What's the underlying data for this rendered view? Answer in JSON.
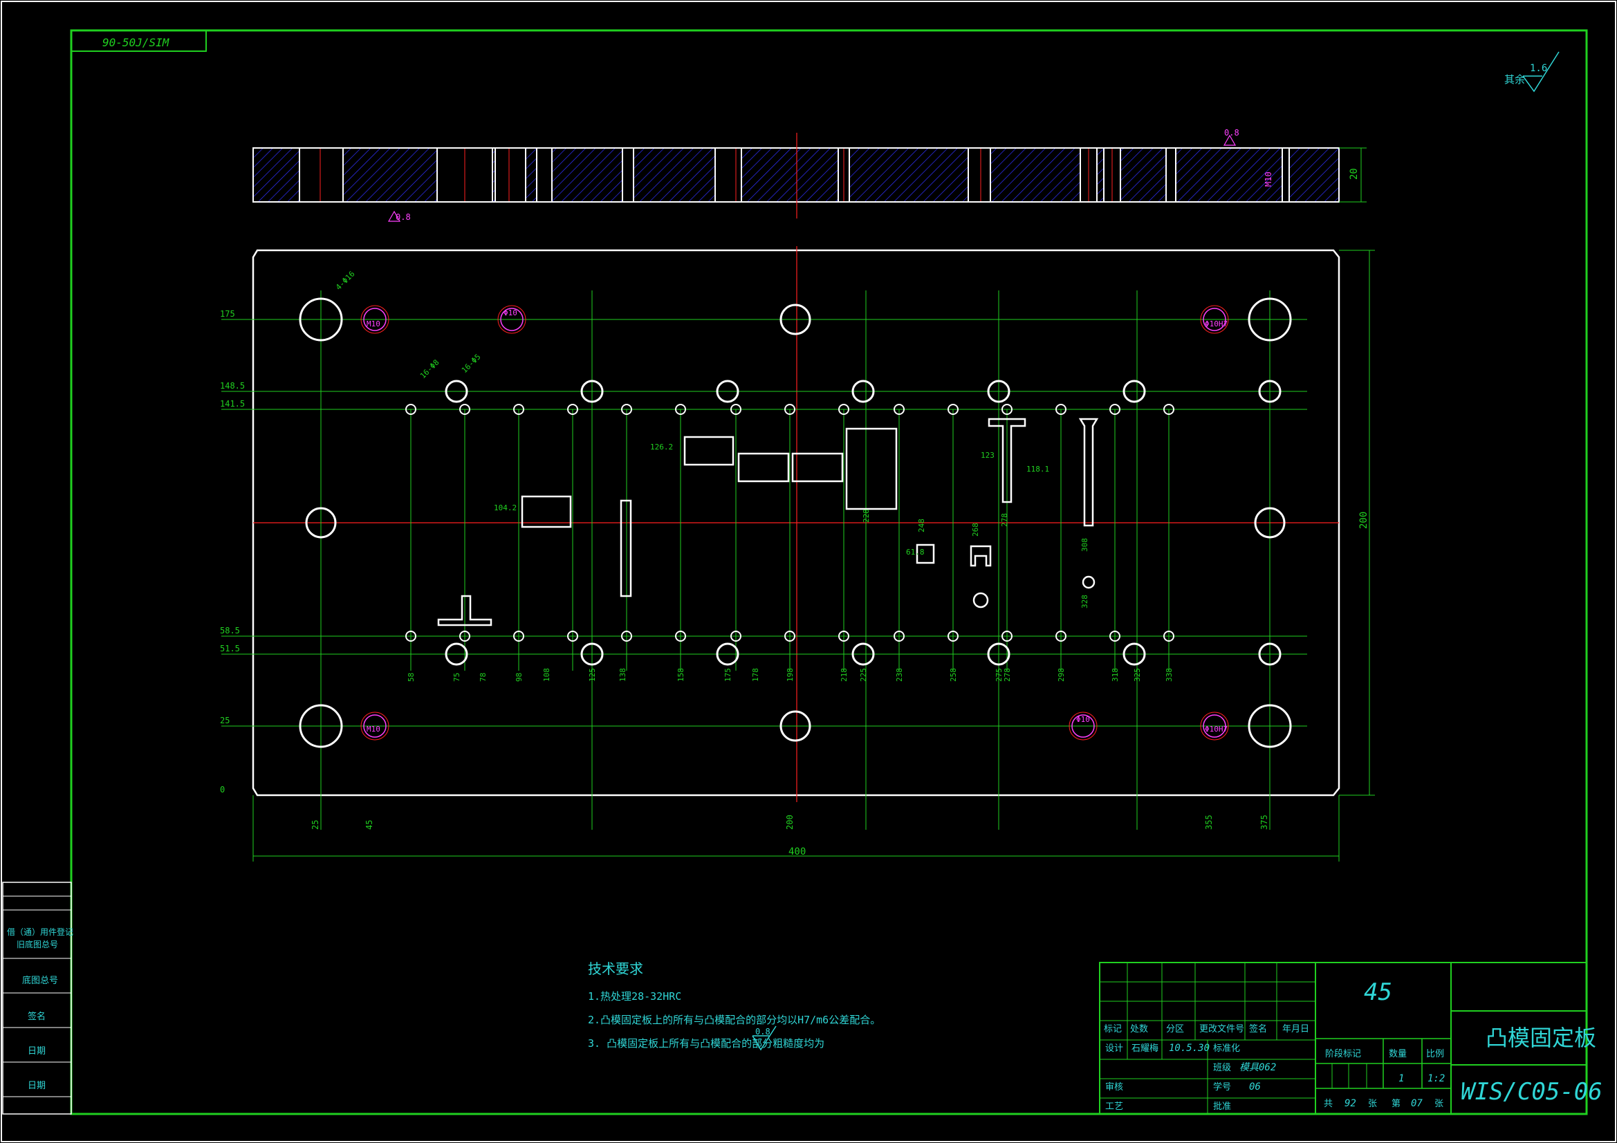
{
  "drawing": {
    "code_box": "90-50J/SIM",
    "roughness_note": {
      "label": "其余",
      "value": "1.6"
    },
    "section_roughness": "0.8",
    "section_thread": "M10",
    "section_thickness": "20",
    "plate_width_dim": "400",
    "plate_height_dim": "200",
    "left_dims": [
      "175",
      "148.5",
      "141.5",
      "58.5",
      "51.5",
      "25",
      "0"
    ],
    "bottom_dims_outer": [
      "25",
      "45",
      "200",
      "355",
      "375"
    ],
    "bottom_dims_inner": [
      "58",
      "75",
      "78",
      "98",
      "108",
      "125",
      "138",
      "158",
      "175",
      "178",
      "198",
      "218",
      "225",
      "238",
      "258",
      "275",
      "278",
      "298",
      "318",
      "325",
      "338"
    ],
    "feature_dims": [
      "126.2",
      "104.2",
      "123",
      "118.1",
      "61.8",
      "228",
      "248",
      "268",
      "278",
      "308",
      "328",
      "338",
      "4-Φ16",
      "16-Φ8",
      "16-Φ5"
    ],
    "hole_labels": [
      "M10",
      "Φ10",
      "Φ10H7",
      "M10",
      "Φ10",
      "Φ10H7"
    ]
  },
  "tech_requirements": {
    "title": "技术要求",
    "lines": [
      "1.热处理28-32HRC",
      "2.凸模固定板上的所有与凸模配合的部分均以H7/m6公差配合。",
      "3. 凸模固定板上所有与凸模配合的部分粗糙度均为"
    ],
    "roughness": "0.8"
  },
  "left_strip": {
    "labels": [
      "借（通）用件登记",
      "旧底图总号",
      "底图总号",
      "签名",
      "日期",
      "日期"
    ]
  },
  "title_block": {
    "material": "45",
    "part_name": "凸模固定板",
    "drawing_number": "WIS/C05-06",
    "header_row": [
      "标记",
      "处数",
      "分区",
      "更改文件号",
      "签名",
      "年月日"
    ],
    "design_label": "设计",
    "designer": "石耀梅",
    "date": "10.5.30",
    "standardize_label": "标准化",
    "review_label": "审核",
    "process_label": "工艺",
    "class_label": "班级",
    "class_value": "模具062",
    "student_no_label": "学号",
    "student_no_value": "06",
    "approve_label": "批准",
    "stage_label": "阶段标记",
    "weight_label": "数量",
    "scale_label": "比例",
    "weight_value": "1",
    "scale_value": "1:2",
    "total_label": "共",
    "total_value": "92",
    "sheets_label": "张",
    "sheet_label": "第",
    "sheet_value": "07",
    "sheet_unit": "张"
  },
  "colors": {
    "background": "#000000",
    "border": "#20d020",
    "outline": "#ffffff",
    "centerline": "#ff2020",
    "hatch": "#3030ff",
    "text_cyan": "#30d6d6",
    "text_magenta": "#ff40ff"
  }
}
